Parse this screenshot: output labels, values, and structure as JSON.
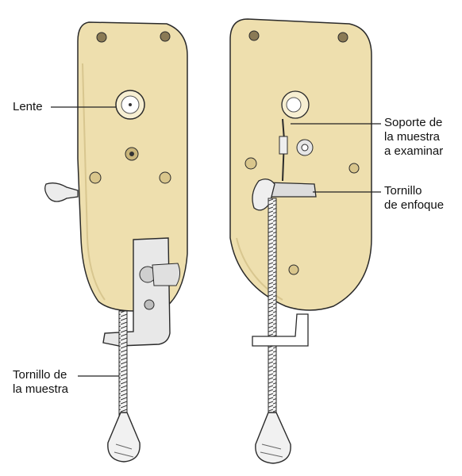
{
  "labels": {
    "lente": "Lente",
    "tornillo_muestra": "Tornillo de\nla muestra",
    "soporte": "Soporte de\nla muestra\na examinar",
    "tornillo_enfoque": "Tornillo\nde enfoque"
  },
  "colors": {
    "plate_fill": "#eedfae",
    "plate_shadow": "#d9c68c",
    "outline": "#2a2a2a",
    "metal": "#e8e8e8",
    "leader": "#222222"
  }
}
